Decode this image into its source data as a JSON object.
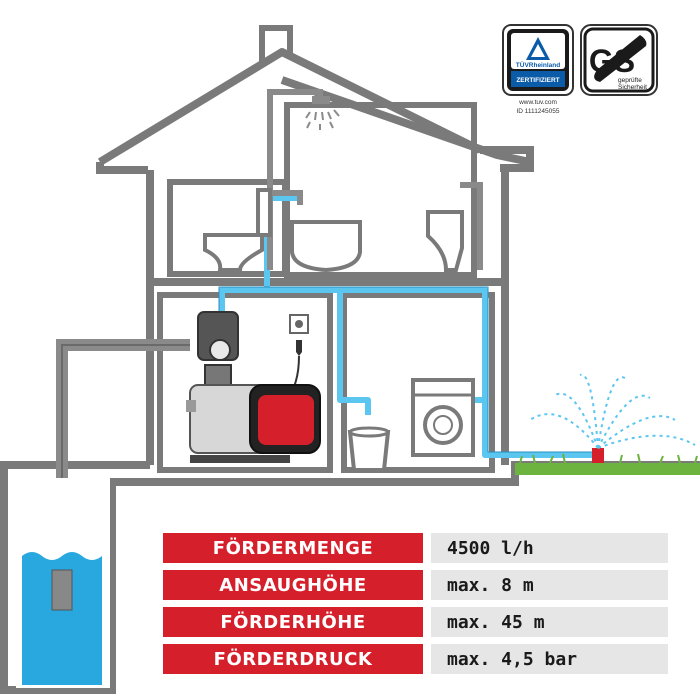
{
  "badges": {
    "tuv": {
      "brand": "TÜVRheinland",
      "status": "ZERTIFIZIERT",
      "url": "www.tuv.com",
      "id": "ID 1111245055"
    },
    "gs": {
      "mark": "GS",
      "caption_line1": "geprüfte",
      "caption_line2": "Sicherheit"
    }
  },
  "specs": [
    {
      "label": "FÖRDERMENGE",
      "value": "4500 l/h"
    },
    {
      "label": "ANSAUGHÖHE",
      "value": "max. 8 m"
    },
    {
      "label": "FÖRDERHÖHE",
      "value": "max. 45 m"
    },
    {
      "label": "FÖRDERDRUCK",
      "value": "max. 4,5 bar"
    }
  ],
  "colors": {
    "accent_red": "#d51f2b",
    "value_gray": "#e6e6e6",
    "water_blue": "#29a8e0",
    "pipe_blue": "#5bc6ef",
    "pipe_gray": "#8a8a8a",
    "grass_green": "#6cb33f"
  }
}
